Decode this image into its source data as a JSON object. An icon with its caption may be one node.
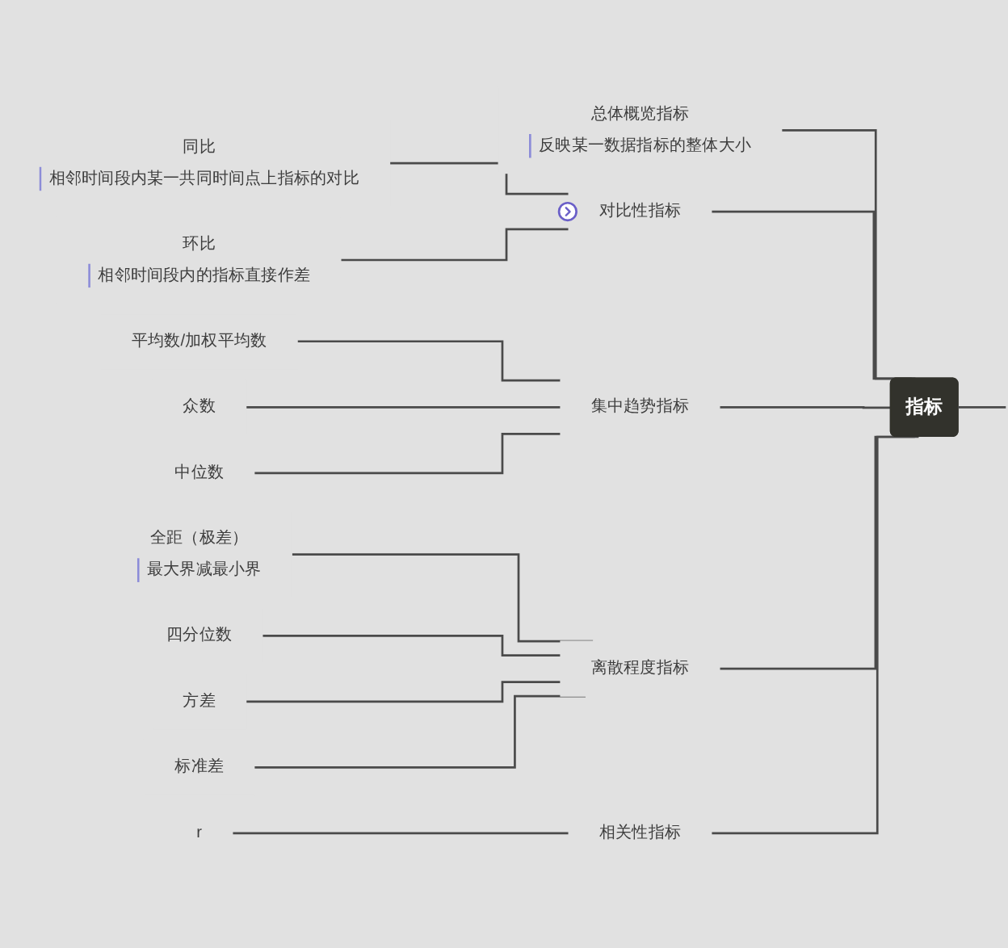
{
  "diagram": {
    "nodes": [
      {
        "text": [
          "指标"
        ]
      },
      {
        "text": [
          "总体概览指标",
          "反映某一数据指标的整体大小"
        ]
      },
      {
        "text": [
          "对比性指标"
        ]
      },
      {
        "text": [
          "同比",
          "相邻时间段内某一共同时间点上指标的对比"
        ]
      },
      {
        "text": [
          "环比",
          "相邻时间段内的指标直接作差"
        ]
      },
      {
        "text": [
          "集中趋势指标"
        ]
      },
      {
        "text": [
          "平均数/加权平均数"
        ]
      },
      {
        "text": [
          "众数"
        ]
      },
      {
        "text": [
          "中位数"
        ]
      },
      {
        "text": [
          "离散程度指标"
        ]
      },
      {
        "text": [
          "全距（极差）",
          "最大界减最小界"
        ]
      },
      {
        "text": [
          "四分位数"
        ]
      },
      {
        "text": [
          "方差"
        ]
      },
      {
        "text": [
          "标准差"
        ]
      },
      {
        "text": [
          "相关性指标"
        ]
      },
      {
        "text": [
          "r"
        ]
      }
    ],
    "edges": [
      {
        "from": 0,
        "to": 1,
        "arrow": "none"
      },
      {
        "from": 0,
        "to": 2,
        "arrow": "none"
      },
      {
        "from": 2,
        "to": 3,
        "arrow": "none"
      },
      {
        "from": 2,
        "to": 4,
        "arrow": "none"
      },
      {
        "from": 0,
        "to": 5,
        "arrow": "none"
      },
      {
        "from": 5,
        "to": 6,
        "arrow": "none"
      },
      {
        "from": 5,
        "to": 7,
        "arrow": "none"
      },
      {
        "from": 5,
        "to": 8,
        "arrow": "none"
      },
      {
        "from": 0,
        "to": 9,
        "arrow": "none"
      },
      {
        "from": 9,
        "to": 10,
        "arrow": "none"
      },
      {
        "from": 9,
        "to": 11,
        "arrow": "none"
      },
      {
        "from": 9,
        "to": 12,
        "arrow": "none"
      },
      {
        "from": 9,
        "to": 13,
        "arrow": "none"
      },
      {
        "from": 0,
        "to": 14,
        "arrow": "none"
      },
      {
        "from": 14,
        "to": 15,
        "arrow": "none"
      },
      {
        "from": 0,
        "to": null,
        "arrow": "none"
      }
    ]
  }
}
